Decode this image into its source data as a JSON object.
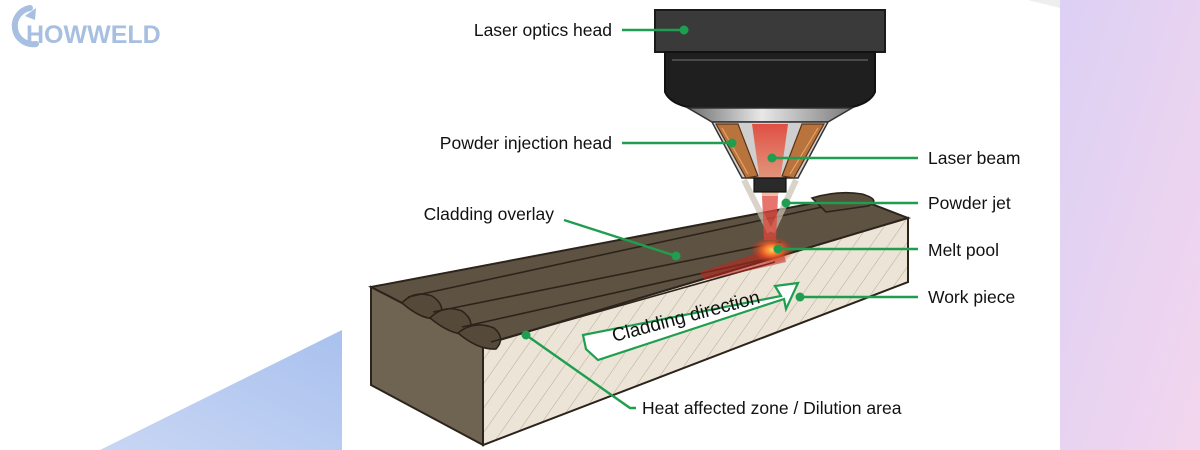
{
  "brand": {
    "name": "HOWWELD",
    "colors": {
      "logo": "#a7bfe0",
      "accent_left": "#a9c1ee",
      "accent_right": "#ead2f2"
    }
  },
  "diagram": {
    "labels": {
      "laser_optics_head": "Laser optics head",
      "powder_injection_head": "Powder injection head",
      "cladding_overlay": "Cladding overlay",
      "laser_beam": "Laser beam",
      "powder_jet": "Powder jet",
      "melt_pool": "Melt pool",
      "work_piece": "Work piece",
      "cladding_direction": "Cladding direction",
      "heat_affected_zone": "Heat affected zone / Dilution area"
    },
    "colors": {
      "leader_line": "#1f9e4f",
      "workpiece_top": "#5e5242",
      "workpiece_front": "#e8e1d3",
      "laser": "#d8302a"
    }
  }
}
